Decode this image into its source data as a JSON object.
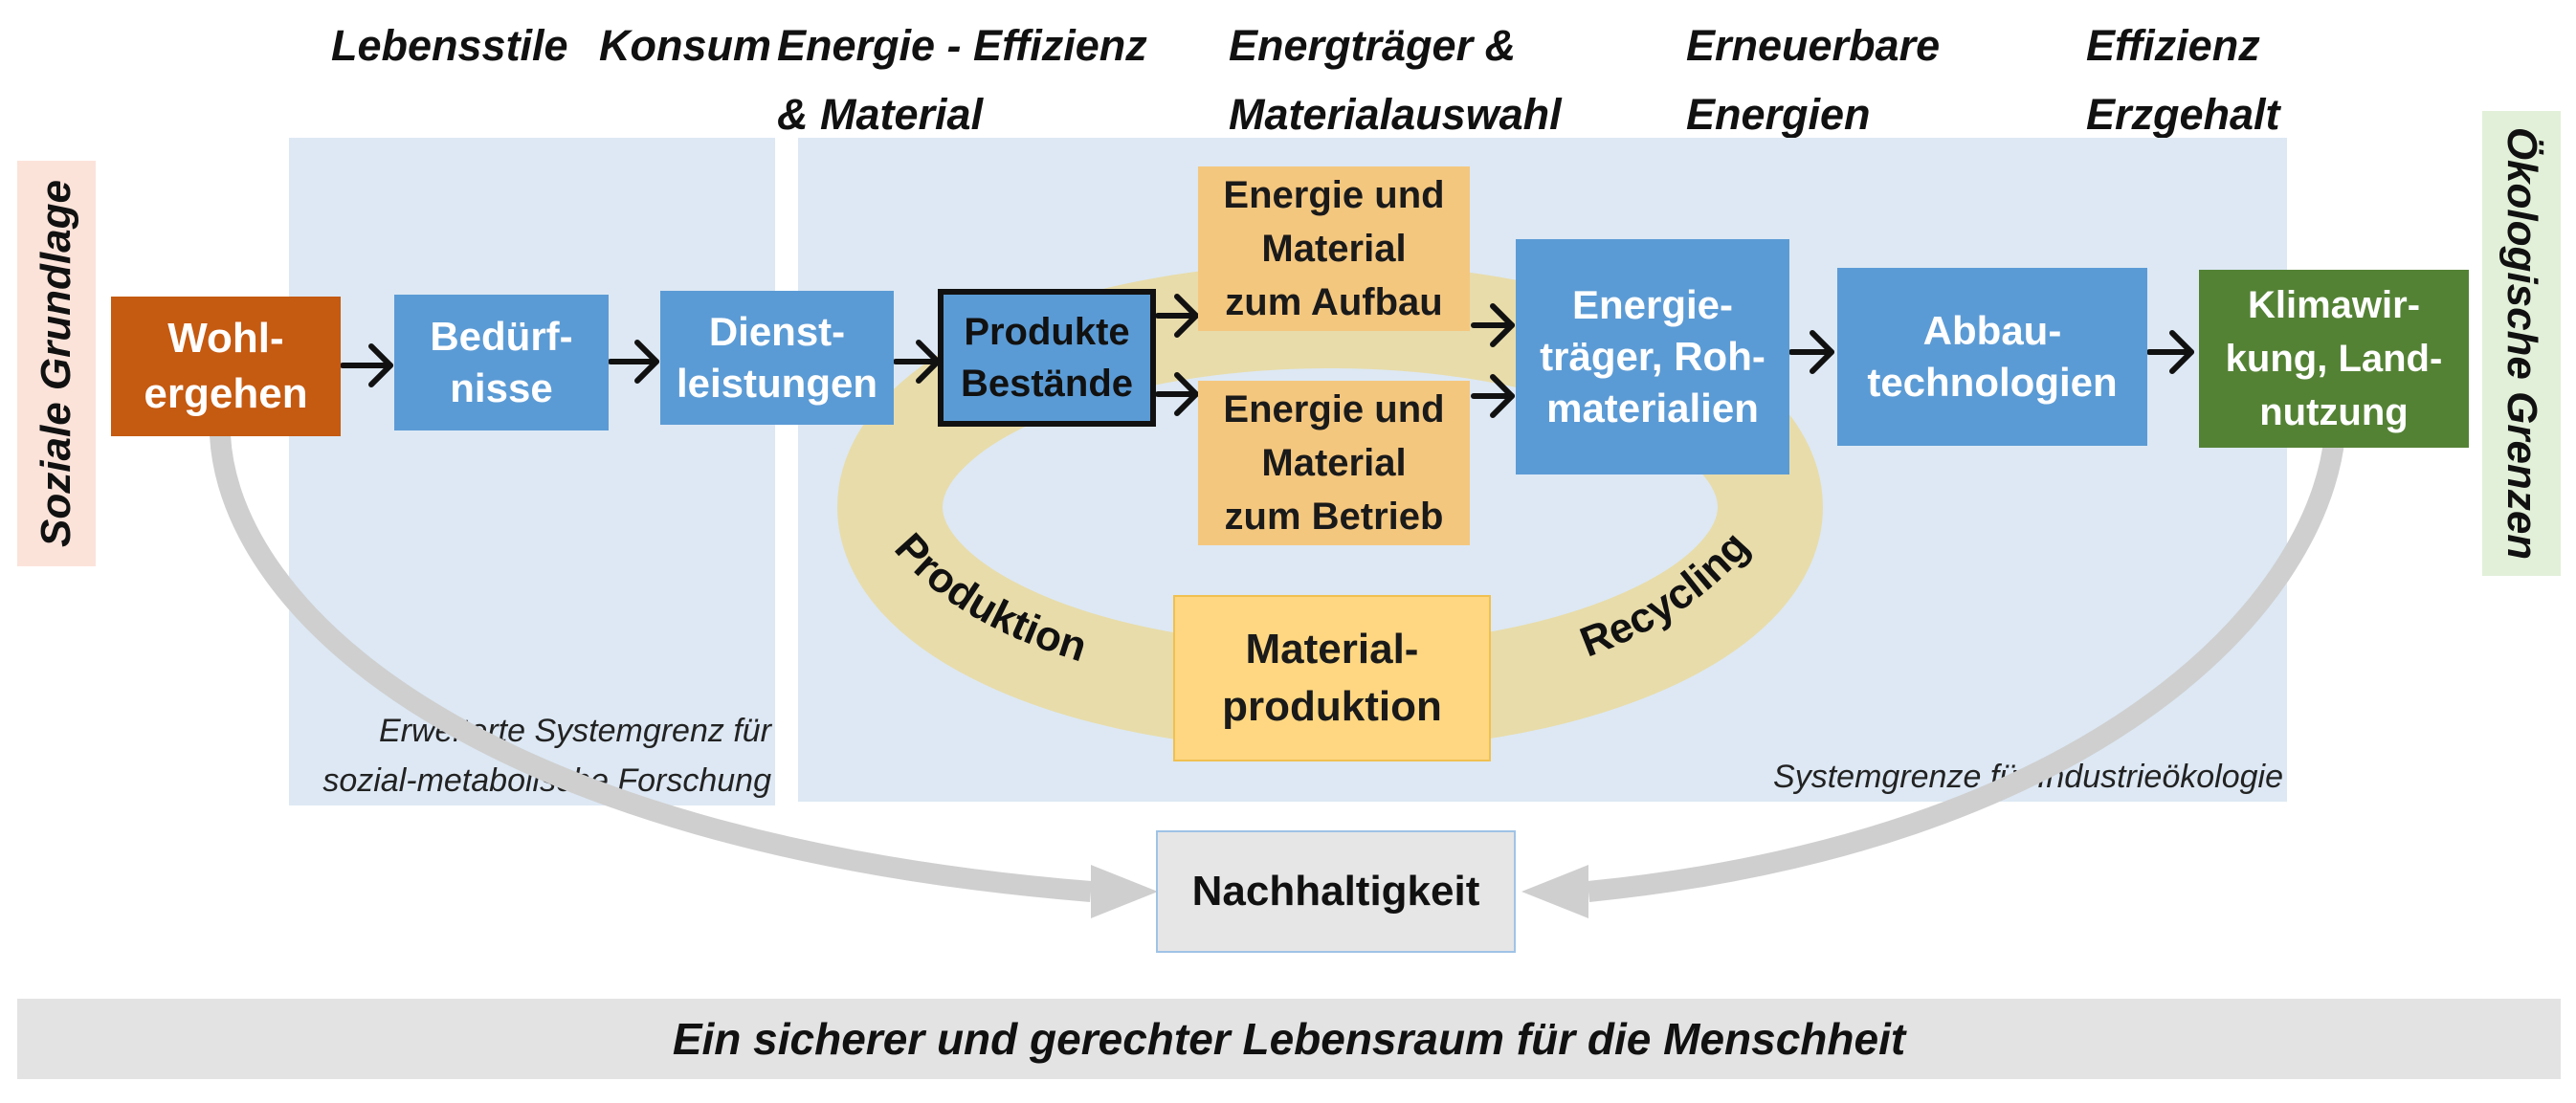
{
  "categories": {
    "lebensstile": "Lebensstile",
    "konsum": "Konsum",
    "energie_effizienz": "Energie - Effizienz\n& Material",
    "energietraeger": "Energträger &\nMaterialauswahl",
    "erneuerbare": "Erneuerbare\nEnergien",
    "effizienz": "Effizienz\nErzgehalt"
  },
  "side_labels": {
    "left": "Soziale Grundlage",
    "right": "Ökologische Grenzen"
  },
  "regions": {
    "left_label": "Erweiterte Systemgrenz für\nsozial-metabolische Forschung",
    "right_label": "Systemgrenze für Industrieökologie"
  },
  "boxes": {
    "wohlergehen": "Wohl-\nergehen",
    "beduerfnisse": "Bedürf-\nnisse",
    "dienstleistungen": "Dienst-\nleistungen",
    "produkte": "Produkte\nBestände",
    "aufbau": "Energie und\nMaterial\nzum Aufbau",
    "betrieb": "Energie und\nMaterial\nzum Betrieb",
    "energietraeger": "Energie-\nträger, Roh-\nmaterialien",
    "abbau": "Abbau-\ntechnologien",
    "klima": "Klimawir-\nkung, Land-\nnutzung",
    "materialproduktion": "Material-\nproduktion",
    "nachhaltigkeit": "Nachhaltigkeit"
  },
  "loop_labels": {
    "produktion": "Produktion",
    "recycling": "Recycling"
  },
  "footer": "Ein sicherer und gerechter Lebensraum für die Menschheit",
  "colors": {
    "region_bg": "#dde8f4",
    "blue_box": "#5b9bd5",
    "orange_box": "#f4c77f",
    "wohlergehen": "#c55a11",
    "klima": "#548235",
    "loop": "#e8dcaa",
    "soziale_bg": "#fbe3da",
    "oekologische_bg": "#e2f0d9",
    "footer_bg": "#e3e3e3"
  }
}
